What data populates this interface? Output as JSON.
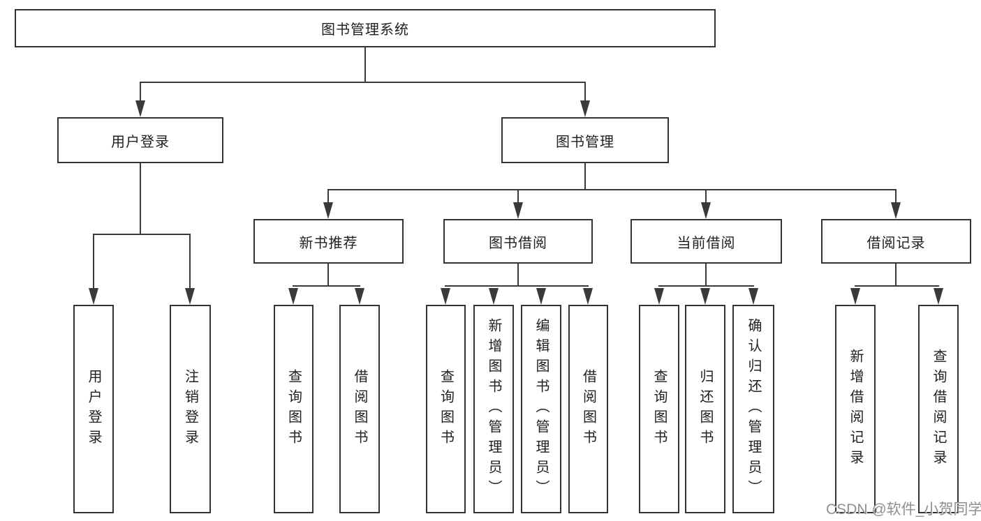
{
  "tree": {
    "label": "图书管理系统",
    "children": [
      {
        "label": "用户登录",
        "children": [
          {
            "label": "用户登录"
          },
          {
            "label": "注销登录"
          }
        ]
      },
      {
        "label": "图书管理",
        "children": [
          {
            "label": "新书推荐",
            "children": [
              {
                "label": "查询图书"
              },
              {
                "label": "借阅图书"
              }
            ]
          },
          {
            "label": "图书借阅",
            "children": [
              {
                "label": "查询图书"
              },
              {
                "label": "新增图书（管理员）"
              },
              {
                "label": "编辑图书（管理员）"
              },
              {
                "label": "借阅图书"
              }
            ]
          },
          {
            "label": "当前借阅",
            "children": [
              {
                "label": "查询图书"
              },
              {
                "label": "归还图书"
              },
              {
                "label": "确认归还（管理员）"
              }
            ]
          },
          {
            "label": "借阅记录",
            "children": [
              {
                "label": "新增借阅记录"
              },
              {
                "label": "查询借阅记录"
              }
            ]
          }
        ]
      }
    ]
  },
  "watermark": "CSDN @软件_小贺同学",
  "colors": {
    "line": "#3a3a3a",
    "box_border": "#333333",
    "text": "#1f1f1f",
    "watermark": "#8f8f8f",
    "background": "#ffffff"
  }
}
